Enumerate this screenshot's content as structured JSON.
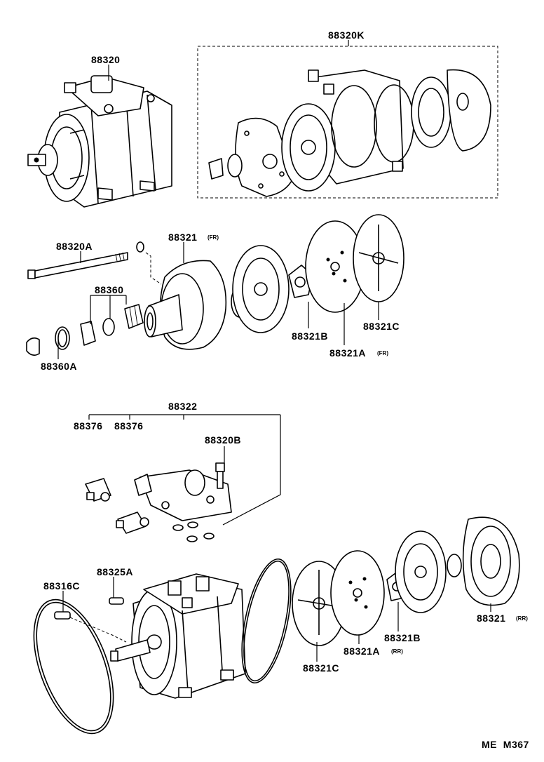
{
  "labels": {
    "p88320": "88320",
    "p88320k": "88320K",
    "p88320a": "88320A",
    "p88321_fr": "88321",
    "p88321_fr_sub": "(FR)",
    "p88360": "88360",
    "p88360a": "88360A",
    "p88321b_top": "88321B",
    "p88321a_fr": "88321A",
    "p88321a_fr_sub": "(FR)",
    "p88321c_top": "88321C",
    "p88322": "88322",
    "p88376_a": "88376",
    "p88376_b": "88376",
    "p88320b": "88320B",
    "p88325a": "88325A",
    "p88316c": "88316C",
    "p88321_rr": "88321",
    "p88321_rr_sub": "(RR)",
    "p88321b_bot": "88321B",
    "p88321a_rr": "88321A",
    "p88321a_rr_sub": "(RR)",
    "p88321c_bot": "88321C"
  },
  "footer": "ME  M367"
}
